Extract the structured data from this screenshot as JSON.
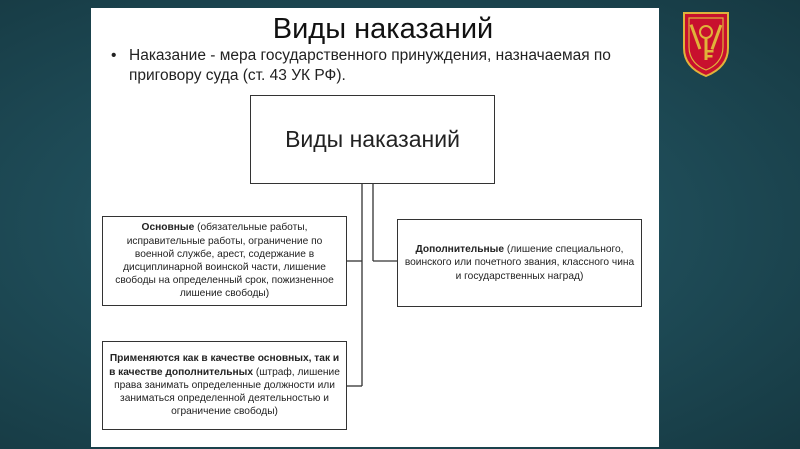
{
  "slide": {
    "title": "Виды наказаний",
    "bullet": "Наказание - мера государственного принуждения, назначаемая по приговору суда (ст. 43 УК РФ)."
  },
  "diagram": {
    "root": "Виды наказаний",
    "main": {
      "bold": "Основные",
      "text": " (обязательные работы, исправительные работы, ограничение по военной службе, арест, содержание в дисциплинарной воинской части, лишение свободы на определенный срок, пожизненное лишение свободы)"
    },
    "additional": {
      "bold": "Дополнительные",
      "text": " (лишение специального, воинского или почетного звания, классного чина и государственных наград)"
    },
    "both": {
      "bold": "Применяются как в качестве основных, так и в качестве дополнительных",
      "text": " (штраф, лишение права занимать определенные должности или заниматься определенной деятельностью и ограничение свободы)"
    }
  },
  "colors": {
    "background": "#1f4d59",
    "emblem_red": "#c8102e",
    "emblem_gold": "#e0b23a"
  }
}
